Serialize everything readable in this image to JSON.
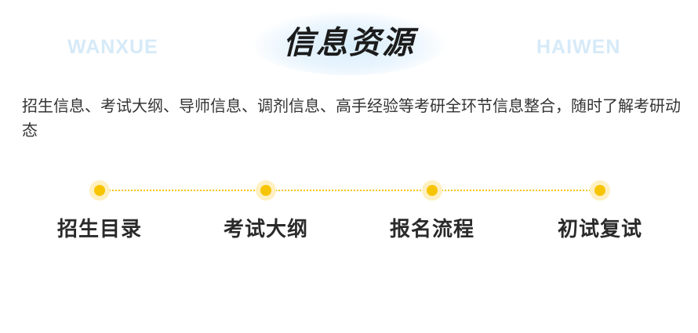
{
  "header": {
    "title": "信息资源",
    "watermark_left": "WANXUE",
    "watermark_right": "HAIWEN"
  },
  "intro": {
    "text": "招生信息、考试大纲、导师信息、调剂信息、高手经验等考研全环节信息整合，随时了解考研动态"
  },
  "timeline": {
    "items": [
      {
        "label": "招生目录"
      },
      {
        "label": "考试大纲"
      },
      {
        "label": "报名流程"
      },
      {
        "label": "初试复试"
      }
    ]
  },
  "colors": {
    "accent": "#f7c400",
    "accent_light": "#fff0c2",
    "watermark": "#d6eaf8",
    "title": "#1b1b1b"
  }
}
